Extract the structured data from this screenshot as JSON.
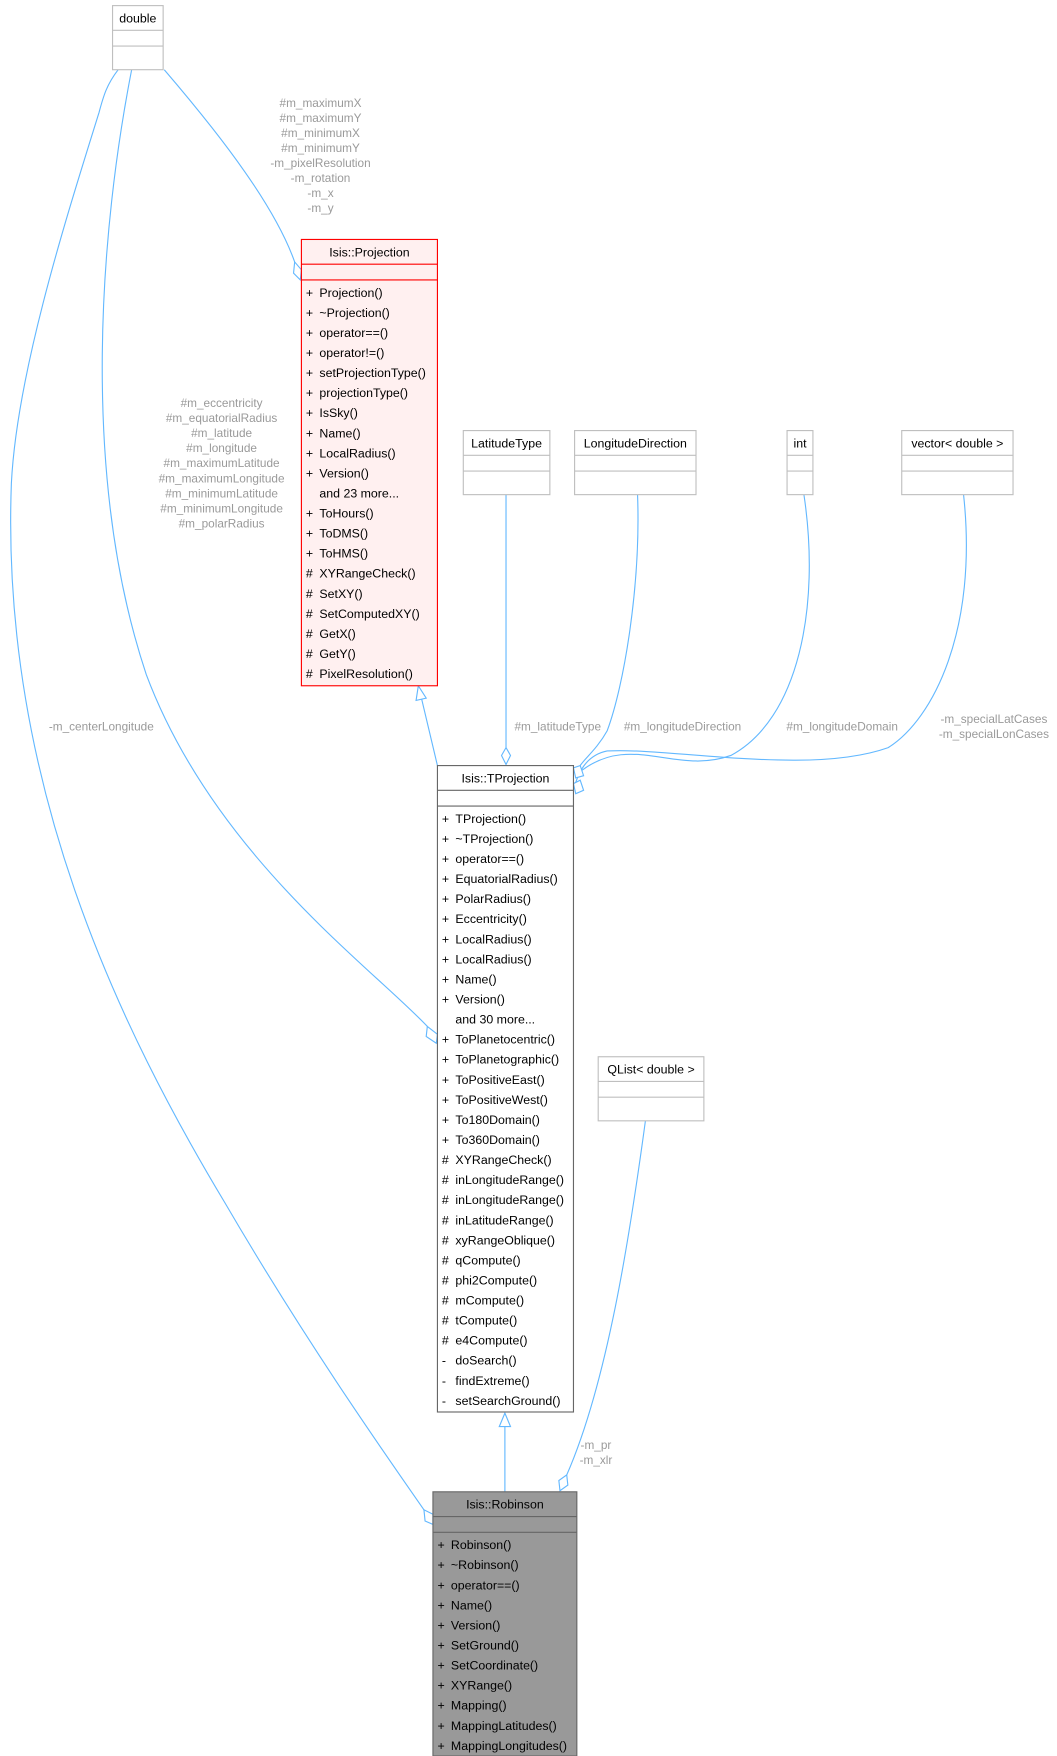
{
  "classes": {
    "double": {
      "title": "double",
      "members": [],
      "style": "external"
    },
    "projection": {
      "title": "Isis::Projection",
      "style": "highlight",
      "members": [
        {
          "v": "+",
          "n": "Projection()"
        },
        {
          "v": "+",
          "n": "~Projection()"
        },
        {
          "v": "+",
          "n": "operator==()"
        },
        {
          "v": "+",
          "n": "operator!=()"
        },
        {
          "v": "+",
          "n": "setProjectionType()"
        },
        {
          "v": "+",
          "n": "projectionType()"
        },
        {
          "v": "+",
          "n": "IsSky()"
        },
        {
          "v": "+",
          "n": "Name()"
        },
        {
          "v": "+",
          "n": "LocalRadius()"
        },
        {
          "v": "+",
          "n": "Version()"
        },
        {
          "v": "",
          "n": "and 23 more..."
        },
        {
          "v": "+",
          "n": "ToHours()"
        },
        {
          "v": "+",
          "n": "ToDMS()"
        },
        {
          "v": "+",
          "n": "ToHMS()"
        },
        {
          "v": "#",
          "n": "XYRangeCheck()"
        },
        {
          "v": "#",
          "n": "SetXY()"
        },
        {
          "v": "#",
          "n": "SetComputedXY()"
        },
        {
          "v": "#",
          "n": "GetX()"
        },
        {
          "v": "#",
          "n": "GetY()"
        },
        {
          "v": "#",
          "n": "PixelResolution()"
        }
      ]
    },
    "latitudetype": {
      "title": "LatitudeType",
      "members": [],
      "style": "external"
    },
    "longitudedirection": {
      "title": "LongitudeDirection",
      "members": [],
      "style": "external"
    },
    "int": {
      "title": "int",
      "members": [],
      "style": "external"
    },
    "vector": {
      "title": "vector< double >",
      "members": [],
      "style": "external"
    },
    "tprojection": {
      "title": "Isis::TProjection",
      "style": "normal",
      "members": [
        {
          "v": "+",
          "n": "TProjection()"
        },
        {
          "v": "+",
          "n": "~TProjection()"
        },
        {
          "v": "+",
          "n": "operator==()"
        },
        {
          "v": "+",
          "n": "EquatorialRadius()"
        },
        {
          "v": "+",
          "n": "PolarRadius()"
        },
        {
          "v": "+",
          "n": "Eccentricity()"
        },
        {
          "v": "+",
          "n": "LocalRadius()"
        },
        {
          "v": "+",
          "n": "LocalRadius()"
        },
        {
          "v": "+",
          "n": "Name()"
        },
        {
          "v": "+",
          "n": "Version()"
        },
        {
          "v": "",
          "n": "and 30 more..."
        },
        {
          "v": "+",
          "n": "ToPlanetocentric()"
        },
        {
          "v": "+",
          "n": "ToPlanetographic()"
        },
        {
          "v": "+",
          "n": "ToPositiveEast()"
        },
        {
          "v": "+",
          "n": "ToPositiveWest()"
        },
        {
          "v": "+",
          "n": "To180Domain()"
        },
        {
          "v": "+",
          "n": "To360Domain()"
        },
        {
          "v": "#",
          "n": "XYRangeCheck()"
        },
        {
          "v": "#",
          "n": "inLongitudeRange()"
        },
        {
          "v": "#",
          "n": "inLongitudeRange()"
        },
        {
          "v": "#",
          "n": "inLatitudeRange()"
        },
        {
          "v": "#",
          "n": "xyRangeOblique()"
        },
        {
          "v": "#",
          "n": "qCompute()"
        },
        {
          "v": "#",
          "n": "phi2Compute()"
        },
        {
          "v": "#",
          "n": "mCompute()"
        },
        {
          "v": "#",
          "n": "tCompute()"
        },
        {
          "v": "#",
          "n": "e4Compute()"
        },
        {
          "v": "-",
          "n": "doSearch()"
        },
        {
          "v": "-",
          "n": "findExtreme()"
        },
        {
          "v": "-",
          "n": "setSearchGround()"
        }
      ]
    },
    "qlist": {
      "title": "QList< double >",
      "members": [],
      "style": "external"
    },
    "robinson": {
      "title": "Isis::Robinson",
      "style": "current",
      "members": [
        {
          "v": "+",
          "n": "Robinson()"
        },
        {
          "v": "+",
          "n": "~Robinson()"
        },
        {
          "v": "+",
          "n": "operator==()"
        },
        {
          "v": "+",
          "n": "Name()"
        },
        {
          "v": "+",
          "n": "Version()"
        },
        {
          "v": "+",
          "n": "SetGround()"
        },
        {
          "v": "+",
          "n": "SetCoordinate()"
        },
        {
          "v": "+",
          "n": "XYRange()"
        },
        {
          "v": "+",
          "n": "Mapping()"
        },
        {
          "v": "+",
          "n": "MappingLatitudes()"
        },
        {
          "v": "+",
          "n": "MappingLongitudes()"
        }
      ]
    }
  },
  "edge_labels": {
    "double_projection": [
      "#m_maximumX",
      "#m_maximumY",
      "#m_minimumX",
      "#m_minimumY",
      "-m_pixelResolution",
      "-m_rotation",
      "-m_x",
      "-m_y"
    ],
    "double_tprojection": [
      "#m_eccentricity",
      "#m_equatorialRadius",
      "#m_latitude",
      "#m_longitude",
      "#m_maximumLatitude",
      "#m_maximumLongitude",
      "#m_minimumLatitude",
      "#m_minimumLongitude",
      "#m_polarRadius"
    ],
    "double_robinson": [
      "-m_centerLongitude"
    ],
    "latitudetype_tprojection": [
      "#m_latitudeType"
    ],
    "longitudedirection_tprojection": [
      "#m_longitudeDirection"
    ],
    "int_tprojection": [
      "#m_longitudeDomain"
    ],
    "vector_tprojection": [
      "-m_specialLatCases",
      "-m_specialLonCases"
    ],
    "qlist_robinson": [
      "-m_pr",
      "-m_xlr"
    ]
  },
  "colors": {
    "edge": "#63b8ff",
    "highlight_border": "#ff0000",
    "highlight_fill": "#fff0f0",
    "current_fill": "#999999",
    "external_border": "#bfbfbf",
    "normal_border": "#666666",
    "label": "#9a9a9a"
  }
}
